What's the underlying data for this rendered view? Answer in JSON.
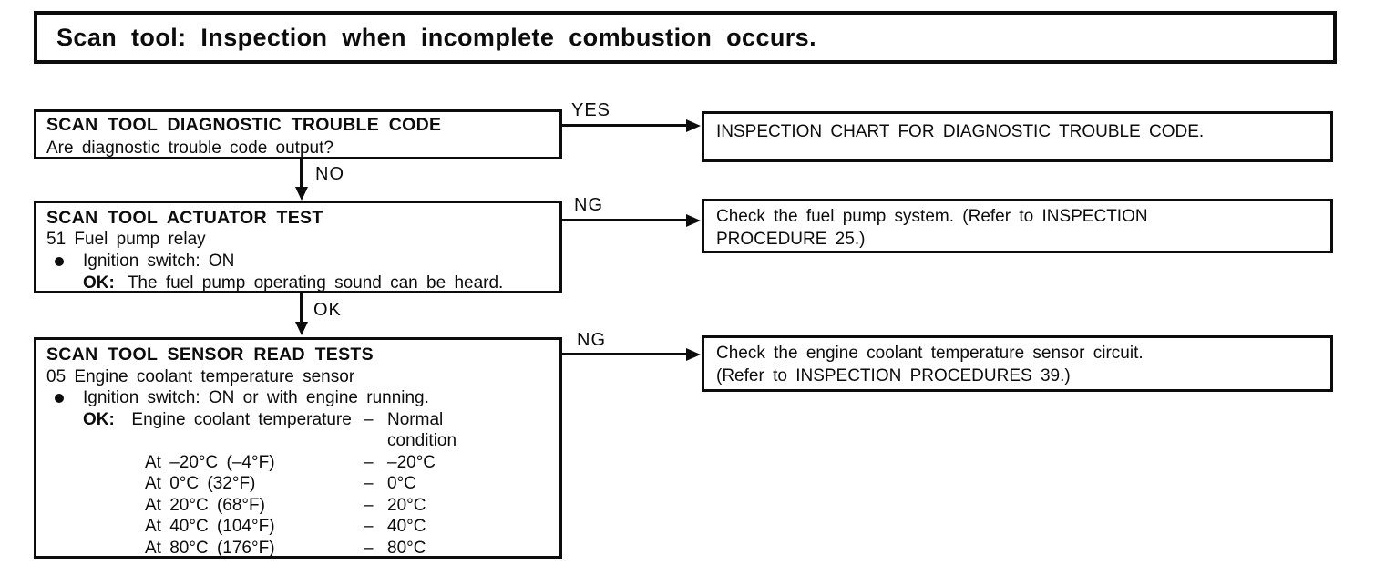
{
  "title": "Scan tool: Inspection when incomplete combustion occurs.",
  "flow": {
    "step1": {
      "heading": "SCAN TOOL DIAGNOSTIC TROUBLE CODE",
      "question": "Are diagnostic trouble code output?",
      "yes_label": "YES",
      "no_label": "NO",
      "yes_result": "INSPECTION CHART FOR DIAGNOSTIC TROUBLE CODE."
    },
    "step2": {
      "heading": "SCAN TOOL ACTUATOR TEST",
      "item": "51 Fuel pump relay",
      "bullet": "Ignition switch: ON",
      "ok_label": "OK:",
      "ok_text": "The fuel pump operating sound can be heard.",
      "ng_label": "NG",
      "ok_branch_label": "OK",
      "result_lines": {
        "0": "Check the fuel pump system. (Refer to INSPECTION",
        "1": "PROCEDURE 25.)"
      }
    },
    "step3": {
      "heading": "SCAN TOOL SENSOR READ TESTS",
      "item": "05 Engine coolant temperature sensor",
      "bullet": "Ignition switch: ON or with engine running.",
      "ok_label": "OK:",
      "ok_text": "Engine coolant temperature",
      "dash": "–",
      "normal_line1": "Normal",
      "normal_line2": "condition",
      "readings": [
        {
          "condition": "At –20°C (–4°F)",
          "value": "–20°C"
        },
        {
          "condition": "At 0°C (32°F)",
          "value": "0°C"
        },
        {
          "condition": "At 20°C (68°F)",
          "value": "20°C"
        },
        {
          "condition": "At 40°C (104°F)",
          "value": "40°C"
        },
        {
          "condition": "At 80°C (176°F)",
          "value": "80°C"
        }
      ],
      "ng_label": "NG",
      "result_lines": {
        "0": "Check the engine coolant temperature sensor circuit.",
        "1": "(Refer to INSPECTION PROCEDURES 39.)"
      }
    }
  }
}
